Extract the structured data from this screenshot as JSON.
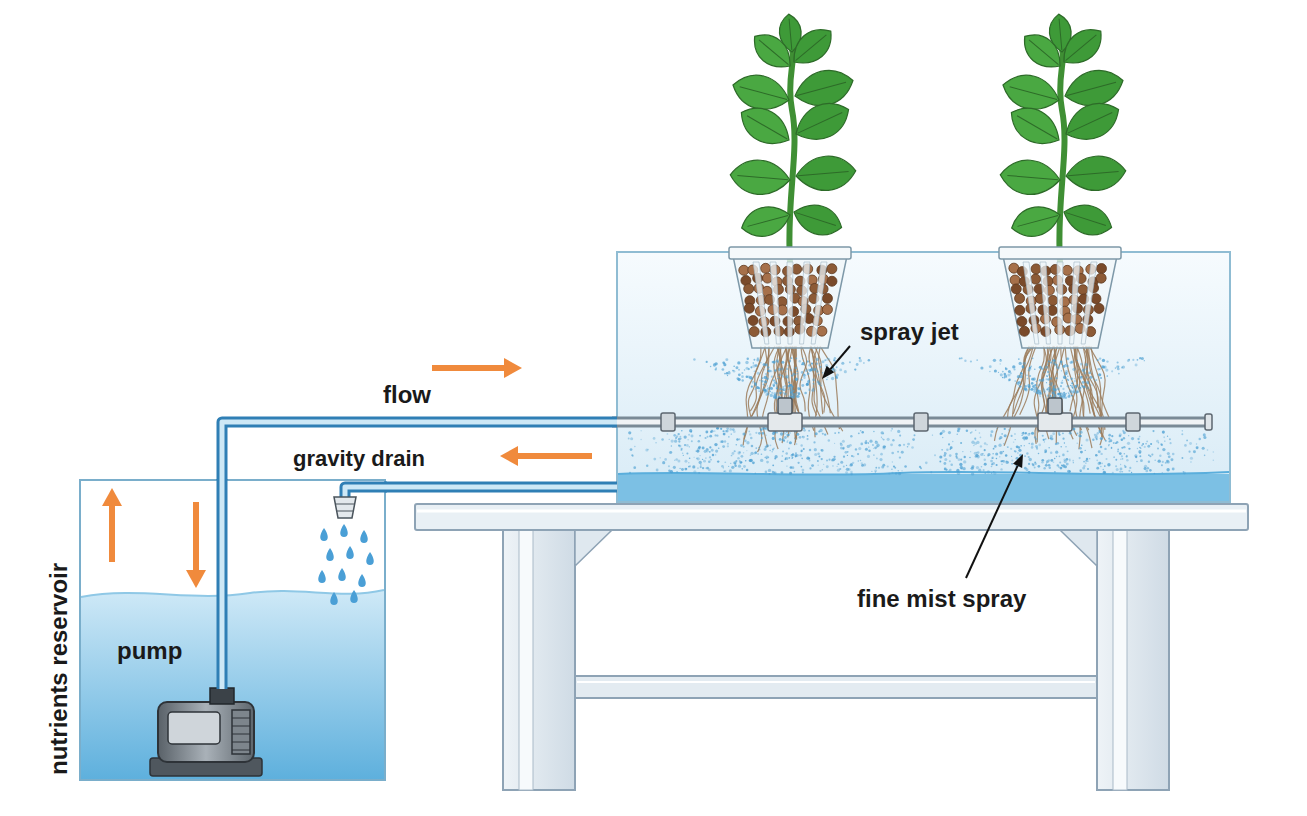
{
  "diagram": {
    "nodes": [
      {
        "text": [
          "nutrients reservoir",
          "pump"
        ]
      },
      {
        "text": [
          "spray jet"
        ]
      }
    ],
    "edges": [
      {
        "from": 0,
        "to": 1,
        "label": "flow",
        "arrow": "none"
      },
      {
        "from": 1,
        "to": 0,
        "label": "gravity drain",
        "arrow": "none"
      }
    ],
    "labels": [
      "fine mist spray"
    ]
  }
}
